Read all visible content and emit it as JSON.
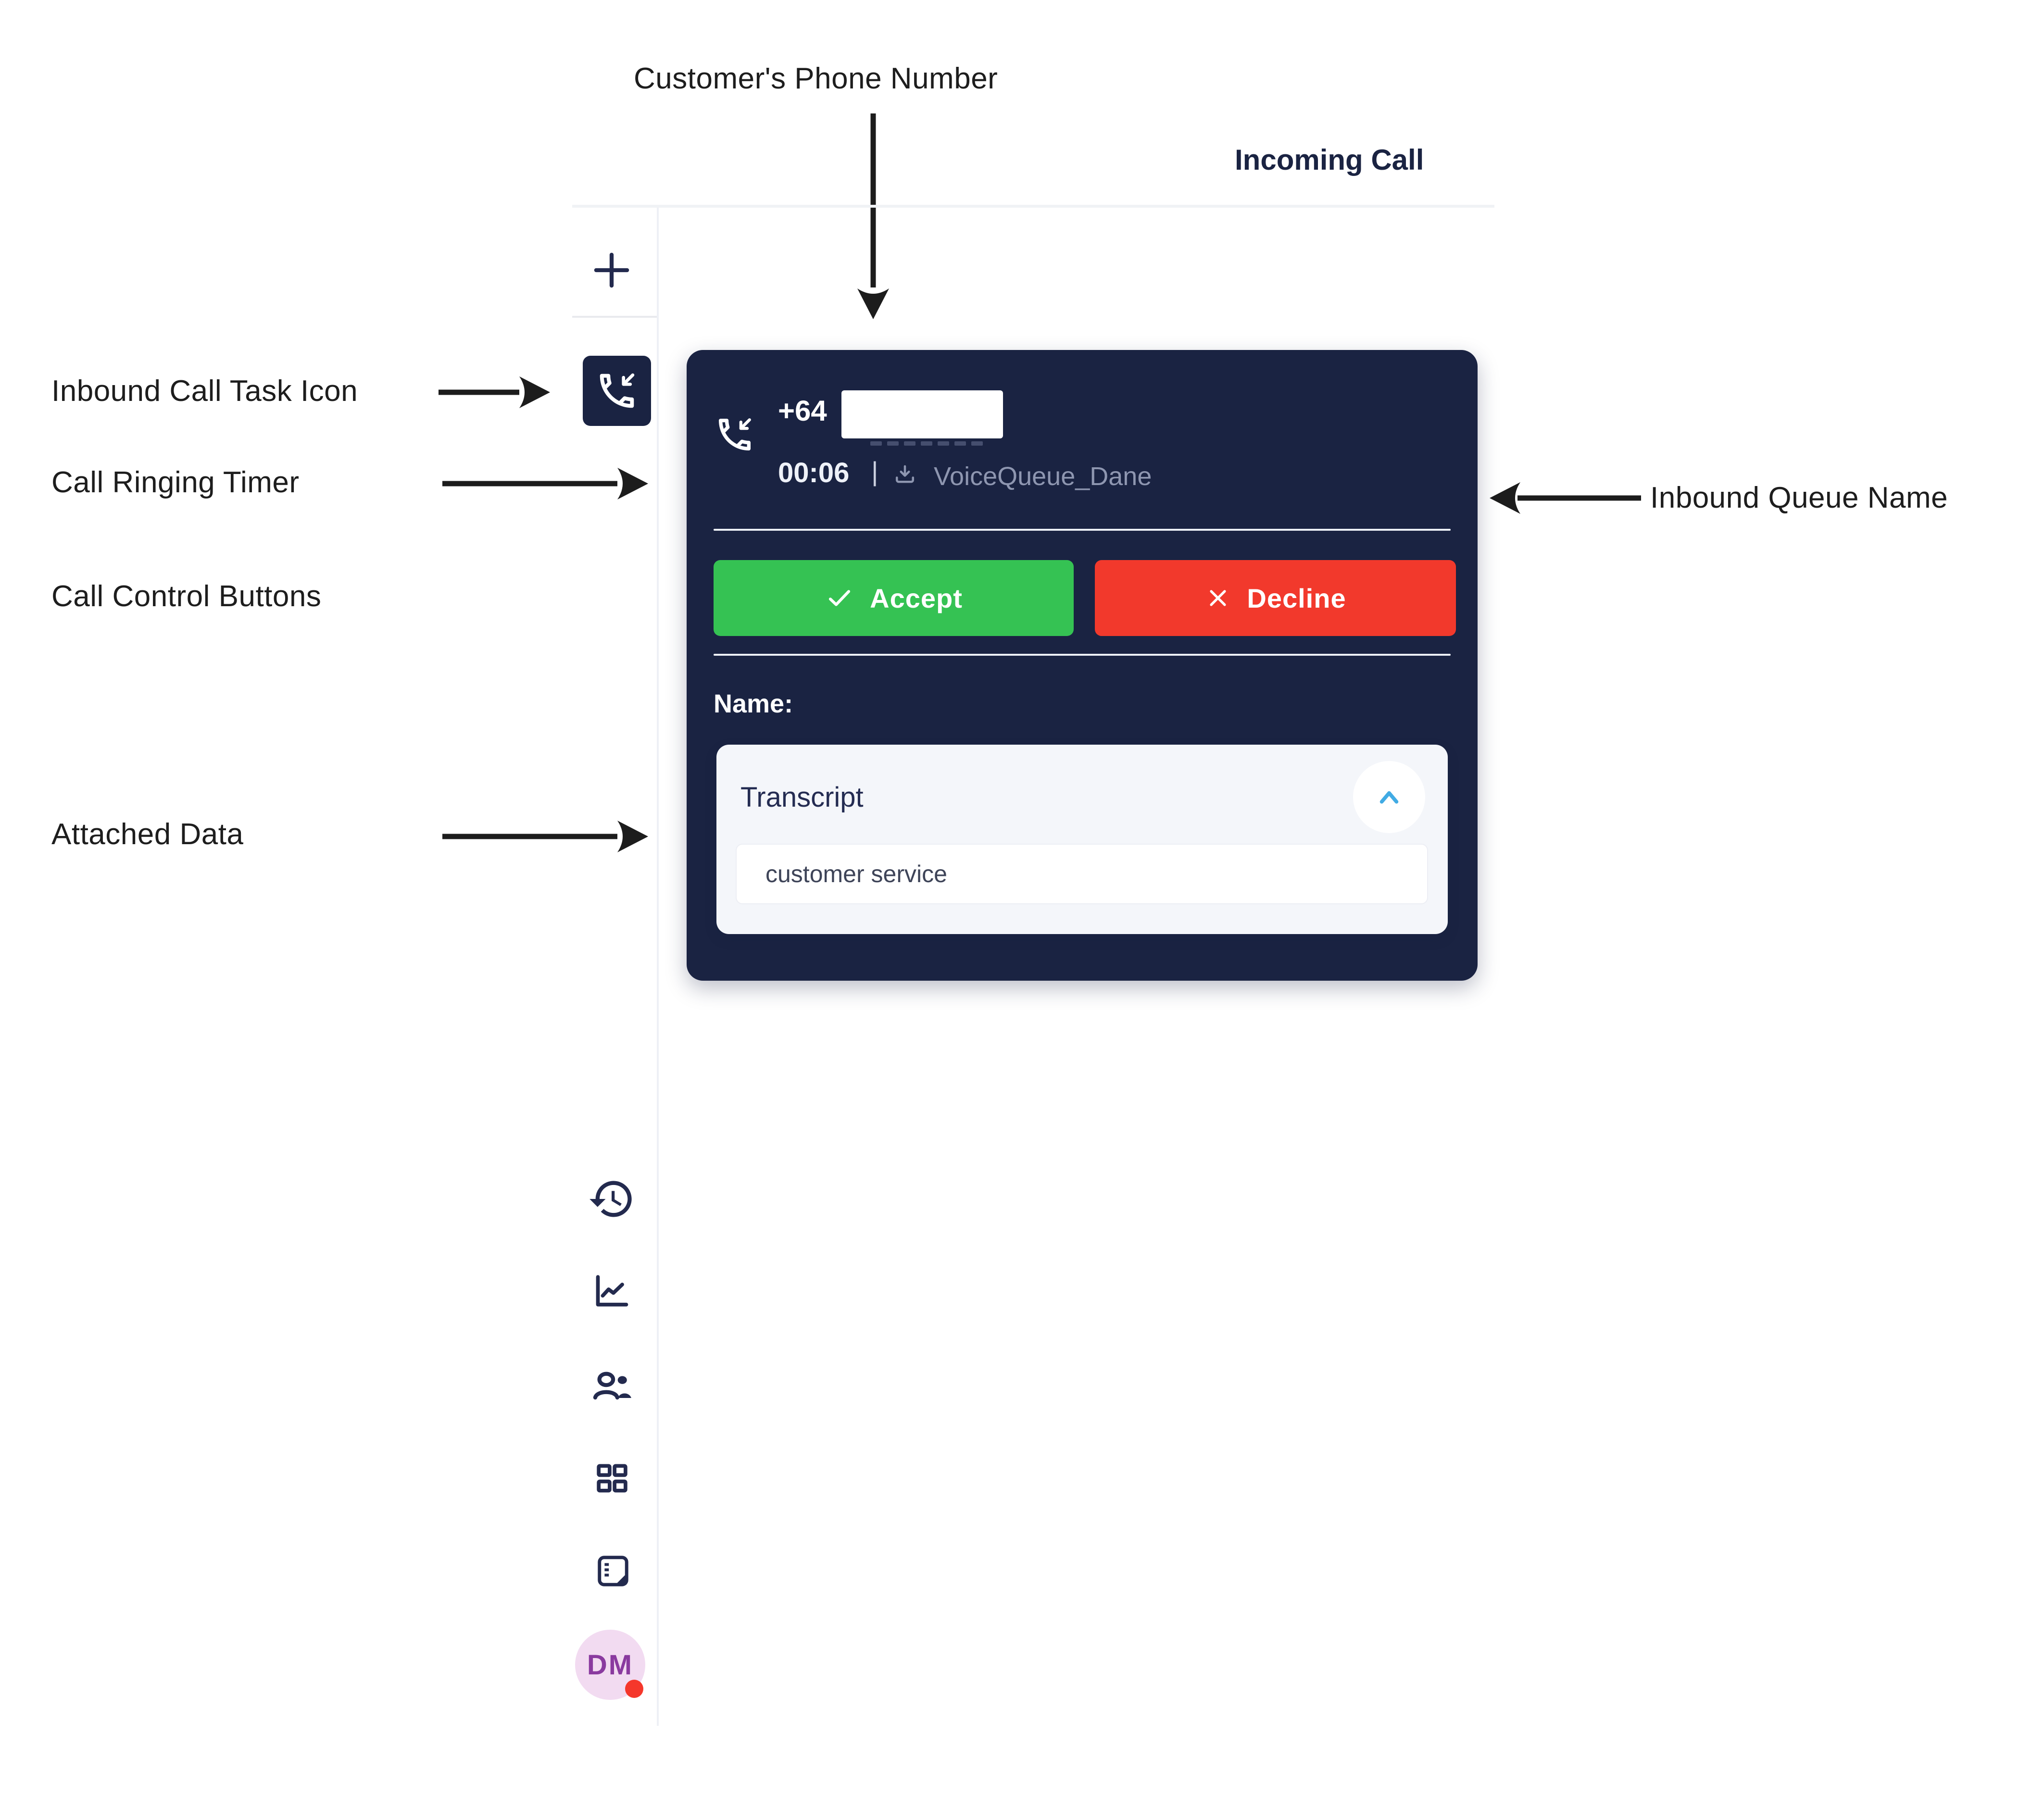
{
  "header": {
    "title": "Incoming Call"
  },
  "annotations": {
    "customer_phone": "Customer's Phone Number",
    "inbound_task": "Inbound Call Task Icon",
    "ringing_timer": "Call Ringing Timer",
    "call_controls": "Call Control Buttons",
    "attached_data": "Attached Data",
    "inbound_queue": "Inbound Queue Name"
  },
  "sidebar": {
    "avatar_initials": "DM",
    "icons": [
      "plus-icon",
      "inbound-call-task-icon",
      "history-icon",
      "line-chart-icon",
      "agents-icon",
      "grid-icon",
      "notes-icon"
    ]
  },
  "call_card": {
    "phone_prefix": "+64",
    "ringing_timer": "00:06",
    "separator": "|",
    "queue_name": "VoiceQueue_Dane",
    "buttons": {
      "accept": "Accept",
      "decline": "Decline"
    },
    "name_label": "Name:",
    "attached_data": {
      "title": "Transcript",
      "value": "customer service"
    }
  },
  "colors": {
    "navy": "#1a2342",
    "green": "#35c253",
    "red": "#f2392c",
    "muted": "#8e96b0",
    "panel_bg": "#f4f6fa",
    "chevron": "#41abe4",
    "avatar_bg": "#f2dbf1",
    "avatar_text": "#8a3a9f",
    "dot": "#f5372b"
  }
}
